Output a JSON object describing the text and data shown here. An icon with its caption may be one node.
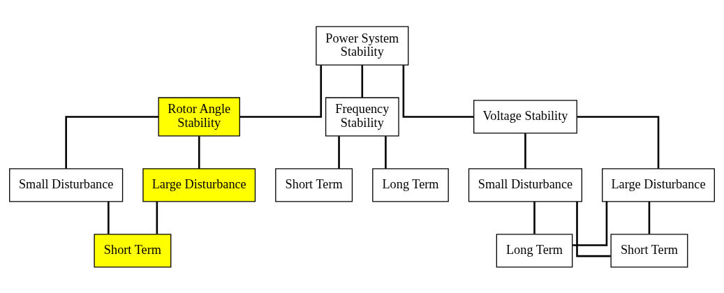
{
  "diagram": {
    "nodes": [
      {
        "text": [
          "Power System Stability"
        ]
      },
      {
        "text": [
          "Rotor Angle Stability"
        ]
      },
      {
        "text": [
          "Frequency Stability"
        ]
      },
      {
        "text": [
          "Voltage Stability"
        ]
      },
      {
        "text": [
          "Small Disturbance"
        ]
      },
      {
        "text": [
          "Large Disturbance"
        ]
      },
      {
        "text": [
          "Short Term"
        ]
      },
      {
        "text": [
          "Short Term"
        ]
      },
      {
        "text": [
          "Long Term"
        ]
      },
      {
        "text": [
          "Small Disturbance"
        ]
      },
      {
        "text": [
          "Large Disturbance"
        ]
      },
      {
        "text": [
          "Short Term"
        ]
      },
      {
        "text": [
          "Long Term"
        ]
      }
    ],
    "edges": [
      {
        "from": 0,
        "to": 1,
        "arrow": "none"
      },
      {
        "from": 0,
        "to": 2,
        "arrow": "none"
      },
      {
        "from": 0,
        "to": 3,
        "arrow": "none"
      },
      {
        "from": 1,
        "to": 4,
        "arrow": "none"
      },
      {
        "from": 1,
        "to": 5,
        "arrow": "none"
      },
      {
        "from": 4,
        "to": 6,
        "arrow": "none"
      },
      {
        "from": 5,
        "to": 6,
        "arrow": "none"
      },
      {
        "from": 2,
        "to": 7,
        "arrow": "none"
      },
      {
        "from": 2,
        "to": 8,
        "arrow": "none"
      },
      {
        "from": 3,
        "to": 9,
        "arrow": "none"
      },
      {
        "from": 3,
        "to": 10,
        "arrow": "none"
      },
      {
        "from": 9,
        "to": 11,
        "arrow": "none"
      },
      {
        "from": 9,
        "to": 12,
        "arrow": "none"
      },
      {
        "from": 10,
        "to": 11,
        "arrow": "none"
      },
      {
        "from": 10,
        "to": 12,
        "arrow": "none"
      }
    ]
  }
}
